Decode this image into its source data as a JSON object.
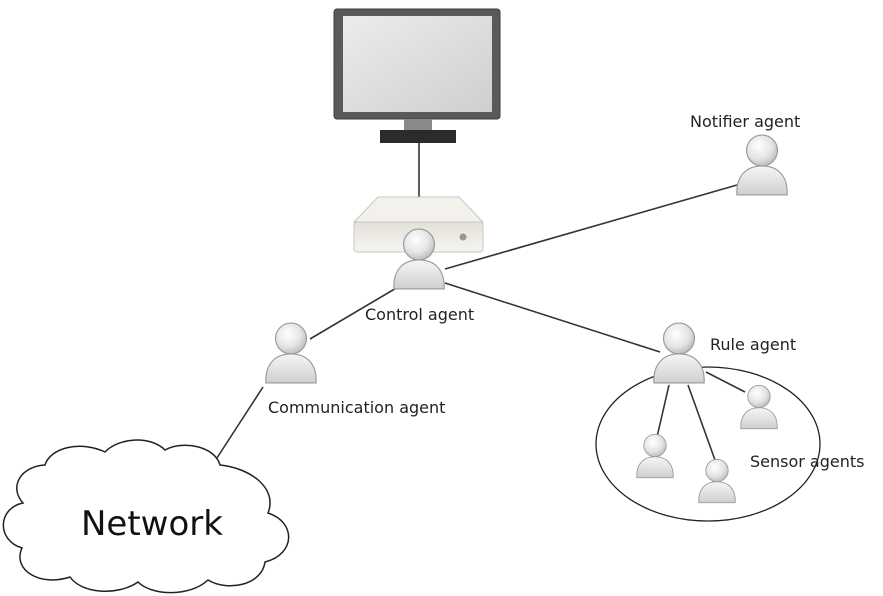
{
  "labels": {
    "notifier": "Notifier agent",
    "control": "Control agent",
    "communication": "Communication agent",
    "rule": "Rule agent",
    "sensor": "Sensor agents",
    "network": "Network"
  },
  "colors": {
    "edge": "#333333",
    "agent_fill": "#e6e6e6",
    "monitor_frame": "#5a5a5a",
    "monitor_screen": "#dcdcdc",
    "server_box": "#ecebe6"
  }
}
